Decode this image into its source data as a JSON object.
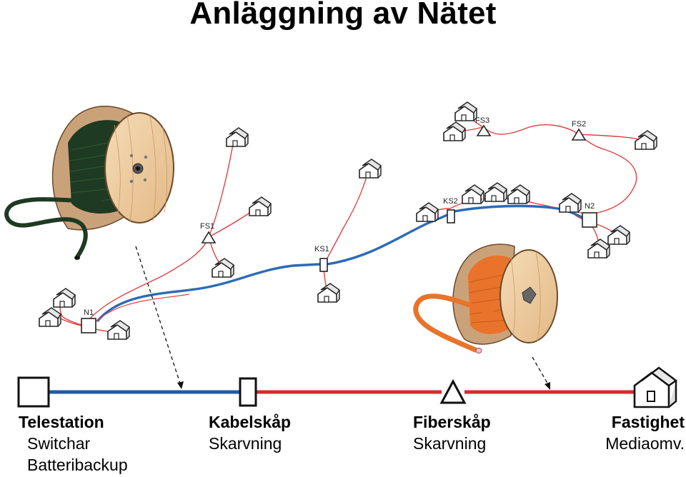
{
  "title": "Anläggning av Nätet",
  "colors": {
    "blue_cable": "#2c6bb8",
    "red_cable": "#e04040",
    "bottom_blue": "#1e5aa8",
    "bottom_red": "#d62b2b",
    "reel_wood": "#f0cfa3",
    "green_cable": "#1f3a22",
    "orange_cable": "#e9732a"
  },
  "map_nodes": {
    "n1": "N1",
    "n2": "N2",
    "ks1": "KS1",
    "ks2": "KS2",
    "fs1": "FS1",
    "fs2": "FS2",
    "fs3": "FS3"
  },
  "legend": {
    "telestation": {
      "title": "Telestation",
      "lines": [
        "Switchar",
        "Batteribackup"
      ]
    },
    "kabelskap": {
      "title": "Kabelskåp",
      "lines": [
        "Skarvning"
      ]
    },
    "fiberskap": {
      "title": "Fiberskåp",
      "lines": [
        "Skarvning"
      ]
    },
    "fastighet": {
      "title": "Fastighet",
      "lines": [
        "Mediaomv."
      ]
    }
  },
  "icons": [
    "cable-reel-green",
    "cable-reel-orange",
    "house-icon",
    "square-node-icon",
    "triangle-node-icon",
    "rectangle-node-icon"
  ]
}
